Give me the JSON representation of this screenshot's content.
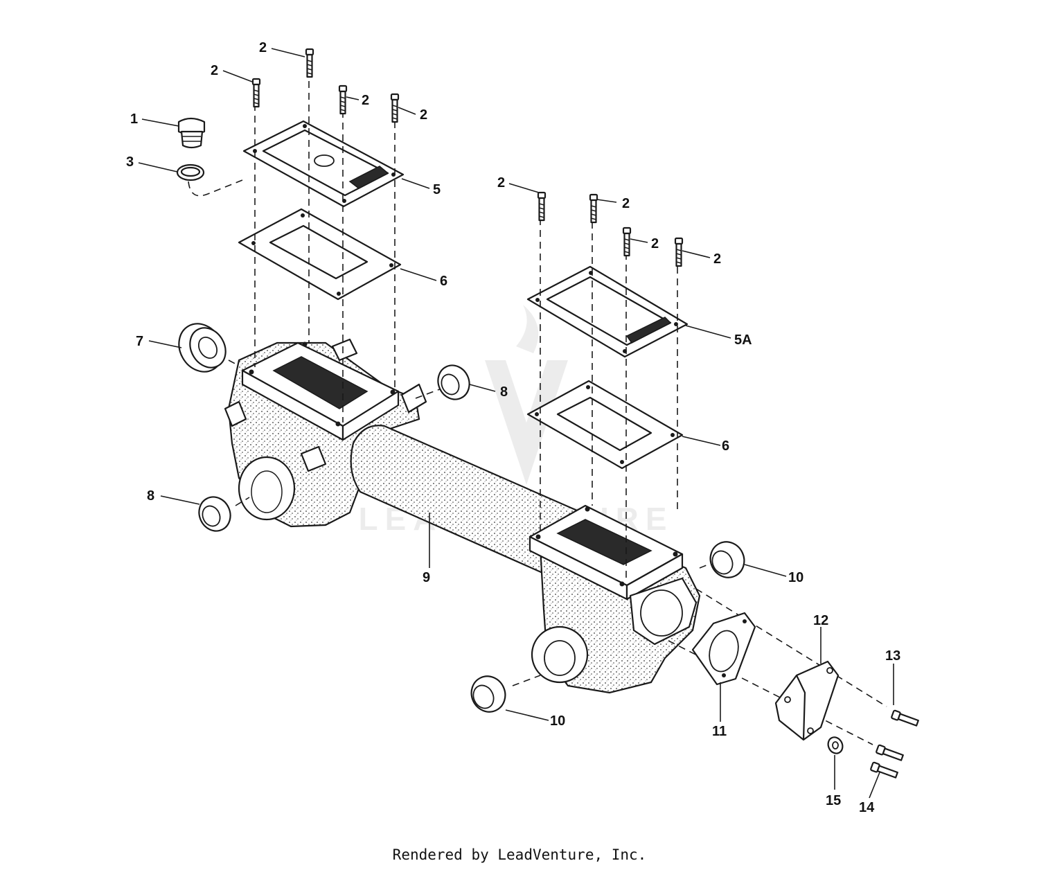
{
  "callouts": {
    "c1": "1",
    "c2": "2",
    "c3": "3",
    "c5": "5",
    "c5a": "5A",
    "c6": "6",
    "c7": "7",
    "c8": "8",
    "c9": "9",
    "c10": "10",
    "c11": "11",
    "c12": "12",
    "c13": "13",
    "c14": "14",
    "c15": "15"
  },
  "watermark": {
    "text": "LEADVENTURE"
  },
  "footer": {
    "text": "Rendered by LeadVenture, Inc."
  }
}
